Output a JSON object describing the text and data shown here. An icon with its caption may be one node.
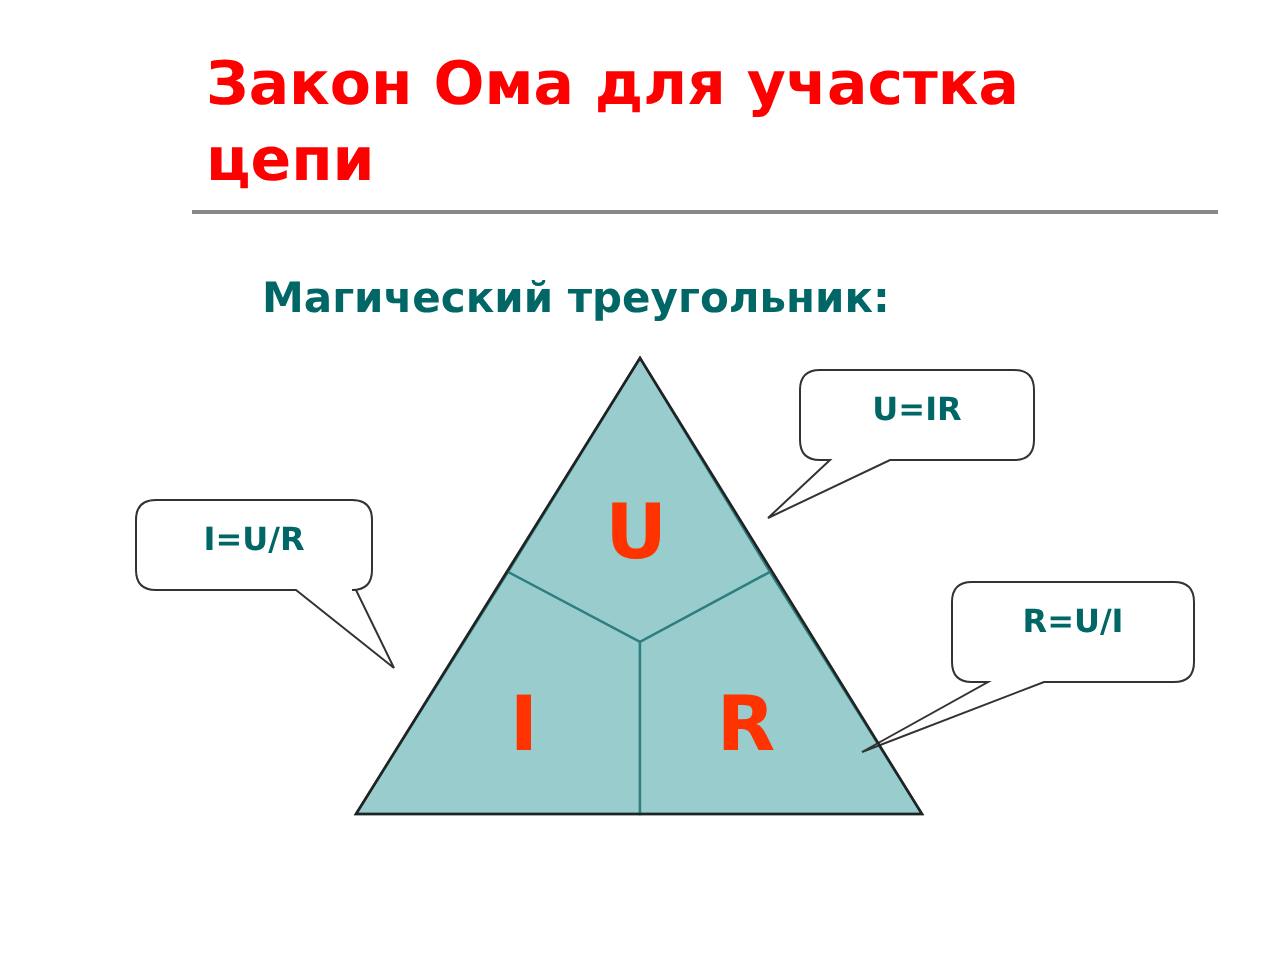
{
  "diagram": {
    "title": "Закон Ома для участка цепи",
    "nodes": [
      {
        "text": [
          "U"
        ]
      },
      {
        "text": [
          "I"
        ]
      },
      {
        "text": [
          "R"
        ]
      },
      {
        "text": [
          "U=IR"
        ]
      },
      {
        "text": [
          "I=U/R"
        ]
      },
      {
        "text": [
          "R=U/I"
        ]
      }
    ],
    "labels": [
      "Магический треугольник:"
    ]
  }
}
